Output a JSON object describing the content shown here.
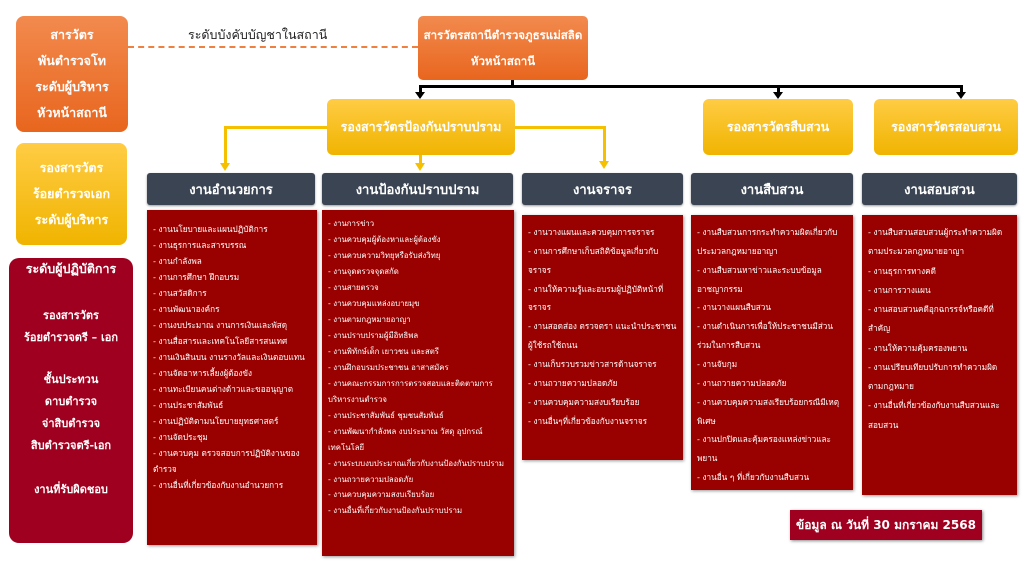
{
  "left_legend": {
    "executive": [
      "สารวัตร",
      "พันตำรวจโท",
      "ระดับผู้บริหาร",
      "หัวหน้าสถานี"
    ],
    "deputy": [
      "รองสารวัตร",
      "ร้อยตำรวจเอก",
      "ระดับผู้บริหาร"
    ],
    "operational": {
      "title": "ระดับผู้ปฏิบัติการ",
      "group1": [
        "รองสารวัตร",
        "ร้อยตำรวจตรี – เอก"
      ],
      "group2": [
        "ชั้นประทวน",
        "ดาบตำรวจ",
        "จ่าสิบตำรวจ",
        "สิบตำรวจตรี-เอก"
      ],
      "footer": "งานที่รับผิดชอบ"
    }
  },
  "command_label": "ระดับบังคับบัญชาในสถานี",
  "head": {
    "line1": "สารวัตรสถานีตำรวจภูธรแม่สลิด",
    "line2": "หัวหน้าสถานี"
  },
  "deputies": [
    "รองสารวัตรป้องกันปราบปราม",
    "รองสารวัตรสืบสวน",
    "รองสารวัตรสอบสวน"
  ],
  "columns": [
    {
      "title": "งานอำนวยการ",
      "items": [
        "- งานนโยบายและแผนปฏิบัติการ",
        "- งานธุรการและสารบรรณ",
        "- งานกำลังพล",
        "- งานการศึกษา ฝึกอบรม",
        "- งานสวัสดิการ",
        "- งานพัฒนาองค์กร",
        "- งานงบประมาณ งานการเงินและพัสดุ",
        "- งานสื่อสารและเทคโนโลยีสารสนเทศ",
        "- งานเงินสินบน งานรางวัลและเงินตอบแทน",
        "- งานจัดอาหารเลี้ยงผู้ต้องขัง",
        "- งานทะเบียนคนต่างด้าวและขออนุญาต",
        "- งานประชาสัมพันธ์",
        "- งานปฏิบัติตามนโยบายยุทธศาสตร์",
        "- งานจัดประชุม",
        "- งานควบคุม ตรวจสอบการปฏิบัติงานของตำรวจ",
        "- งานอื่นที่เกี่ยวข้องกับงานอำนวยการ"
      ]
    },
    {
      "title": "งานป้องกันปราบปราม",
      "items": [
        "- งานการข่าว",
        "- งานควบคุมผู้ต้องหาและผู้ต้องขัง",
        "- งานควบความวิทยุหรือรับส่งวิทยุ",
        "- งานจุดตรวจจุดสกัด",
        "- งานสายตรวจ",
        "- งานควบคุมแหล่งอบายมุข",
        "- งานตามกฎหมายอาญา",
        "- งานปราบปรามผู้มีอิทธิพล",
        "- งานพิทักษ์เด็ก เยาวชน และสตรี",
        "- งานฝึกอบรมประชาชน อาสาสมัคร",
        "- งานคณะกรรมการการตรวจสอบและติดตามการบริหารงานตำรวจ",
        "- งานประชาสัมพันธ์ ชุมชนสัมพันธ์",
        "- งานพัฒนากำลังพล งบประมาณ วัสดุ อุปกรณ์ เทคโนโลยี",
        "- งานระบบงบประมาณเกี่ยวกับงานป้องกันปราบปราม",
        "- งานถวายความปลอดภัย",
        "- งานควบคุมความสงบเรียบร้อย",
        "- งานอื่นที่เกี่ยวกับงานป้องกันปราบปราม"
      ]
    },
    {
      "title": "งานจราจร",
      "items": [
        "- งานวางแผนและควบคุมการจราจร",
        "- งานการศึกษาเก็บสถิติข้อมูลเกี่ยวกับจราจร",
        "- งานให้ความรู้และอบรมผู้ปฏิบัติหน้าที่จราจร",
        "- งานสอดส่อง ตรวจตรา แนะนำประชาชน ผู้ใช้รถใช้ถนน",
        "- งานเก็บรวบรวมข่าวสารด้านจราจร",
        "- งานถวายความปลอดภัย",
        "- งานควบคุมความสงบเรียบร้อย",
        "- งานอื่นๆที่เกี่ยวข้องกับงานจราจร"
      ]
    },
    {
      "title": "งานสืบสวน",
      "items": [
        "- งานสืบสวนการกระทำความผิดเกี่ยวกับประมวลกฎหมายอาญา",
        "- งานสืบสวนหาข่าวและระบบข้อมูลอาชญากรรม",
        "- งานวางแผนสืบสวน",
        "- งานดำเนินการเพื่อให้ประชาชนมีส่วนร่วมในการสืบสวน",
        "- งานจับกุม",
        "- งานถวายความปลอดภัย",
        "- งานควบคุมความสงเรียบร้อยกรณีมีเหตุพิเศษ",
        "- งานปกปิดและคุ้มครองแหล่งข่าวและพยาน",
        "- งานอื่น ๆ ที่เกี่ยวกับงานสืบสวน"
      ]
    },
    {
      "title": "งานสอบสวน",
      "items": [
        "- งานสืบสวนสอบสวนผู้กระทำความผิดตามประมวลกฎหมายอาญา",
        "- งานธุรการทางคดี",
        "- งานการวางแผน",
        "- งานสอบสวนคดีอุกฉกรรจ์หรือคดีที่สำคัญ",
        "- งานให้ความคุ้มครองพยาน",
        "- งานเปรียบเทียบปรับการทำความผิดตามกฎหมาย",
        "- งานอื่นที่เกี่ยวข้องกับงานสืบสวนและสอบสวน"
      ]
    }
  ],
  "date_note": "ข้อมูล ณ วันที่ 30 มกราคม 2568"
}
